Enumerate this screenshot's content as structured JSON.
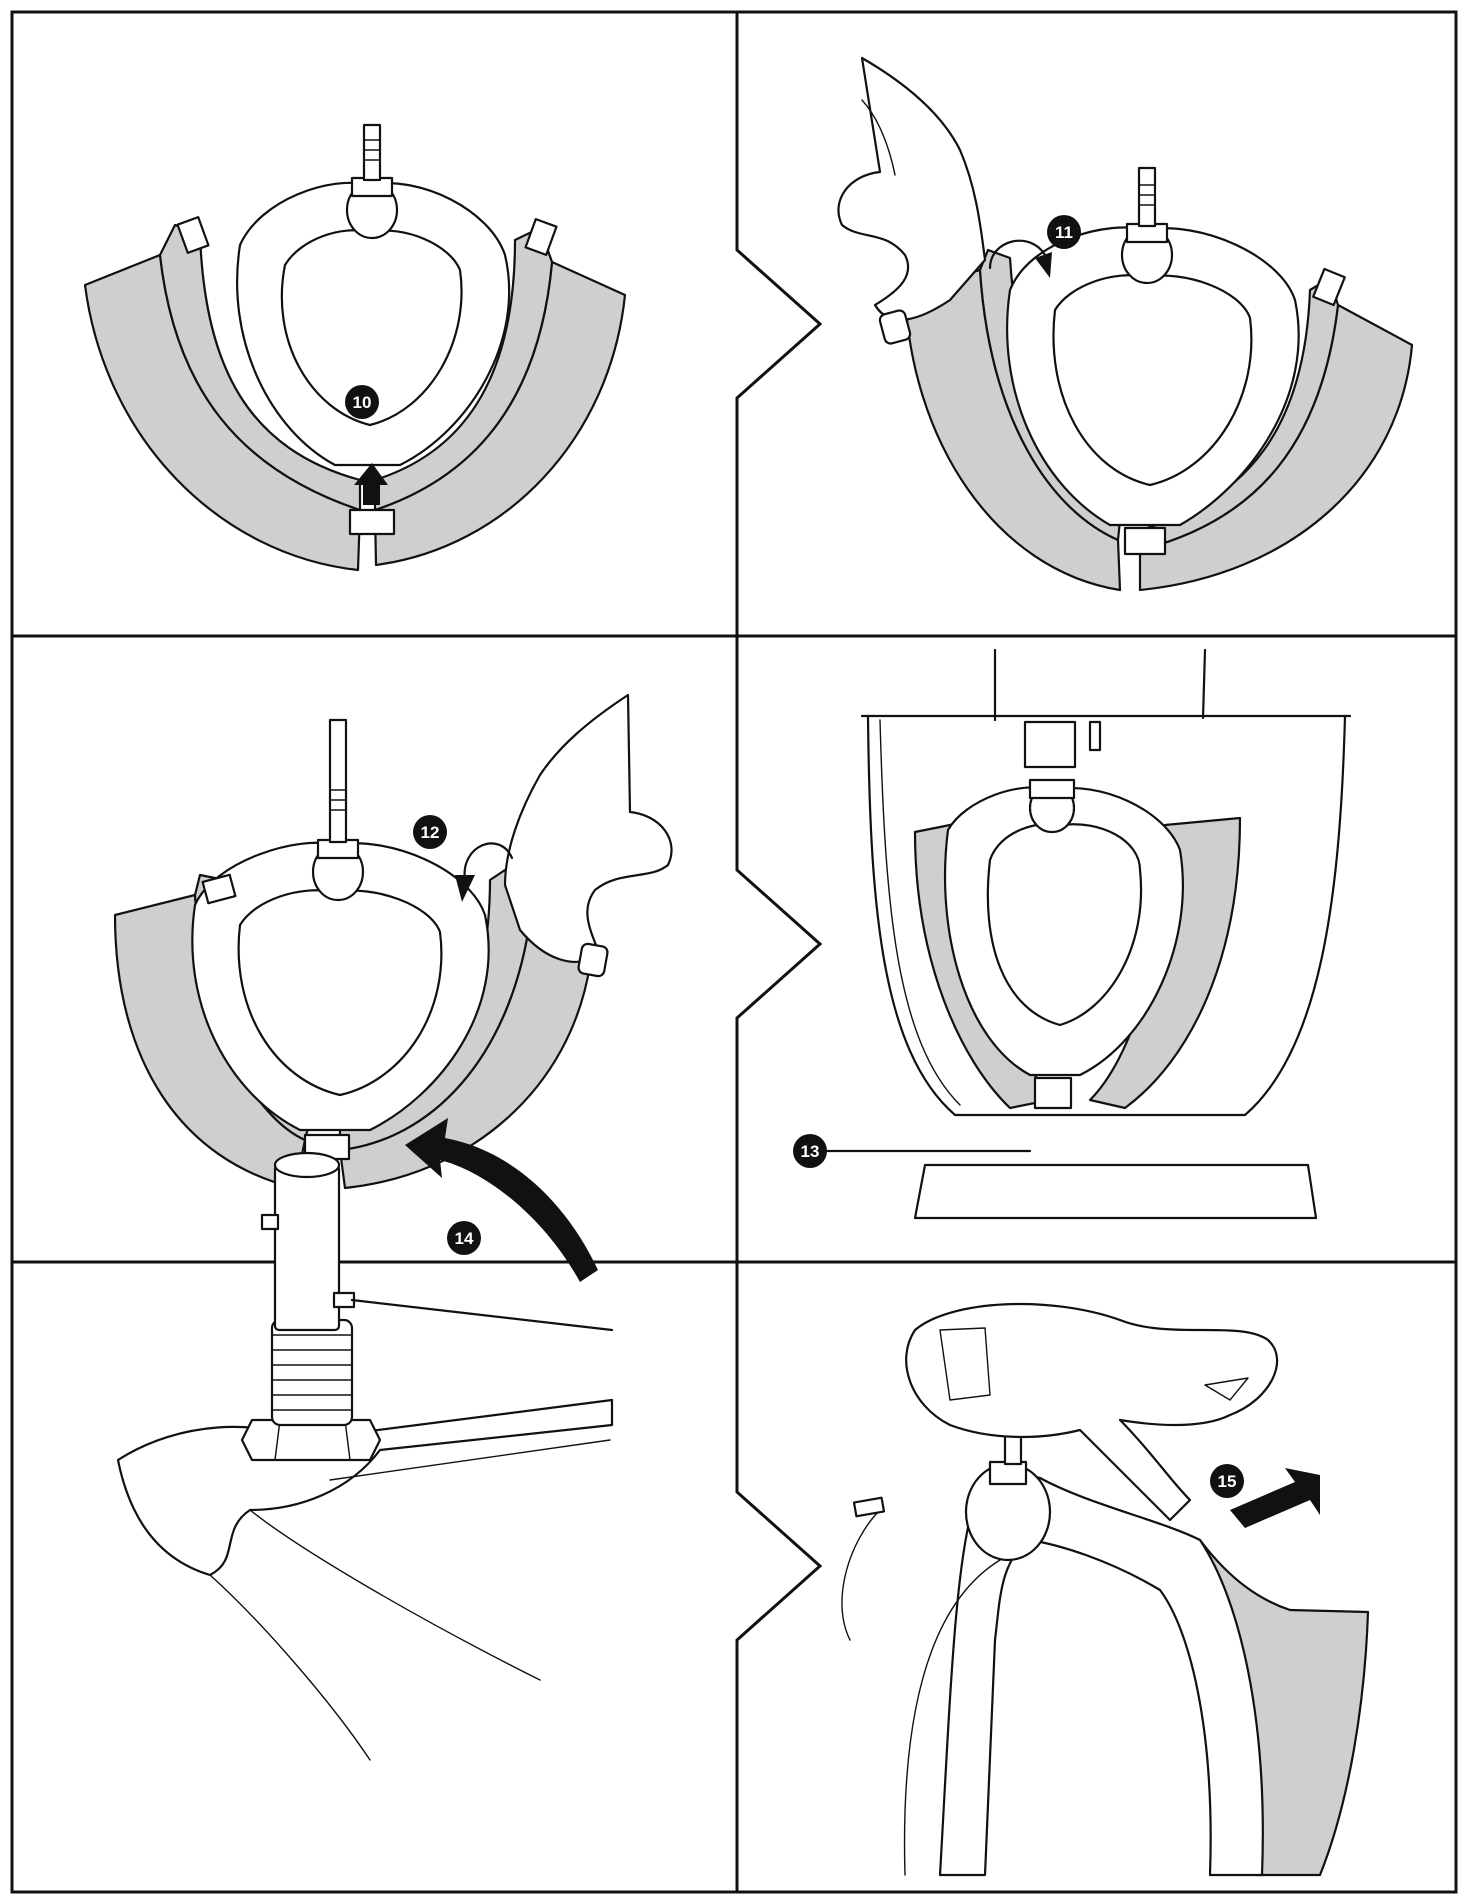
{
  "steps": [
    {
      "id": "step-10",
      "label": "10"
    },
    {
      "id": "step-11",
      "label": "11"
    },
    {
      "id": "step-12",
      "label": "12"
    },
    {
      "id": "step-13",
      "label": "13"
    },
    {
      "id": "step-14",
      "label": "14"
    },
    {
      "id": "step-15",
      "label": "15"
    }
  ],
  "colors": {
    "line": "#111111",
    "blade_fill": "#cfcfcf",
    "background": "#ffffff"
  }
}
